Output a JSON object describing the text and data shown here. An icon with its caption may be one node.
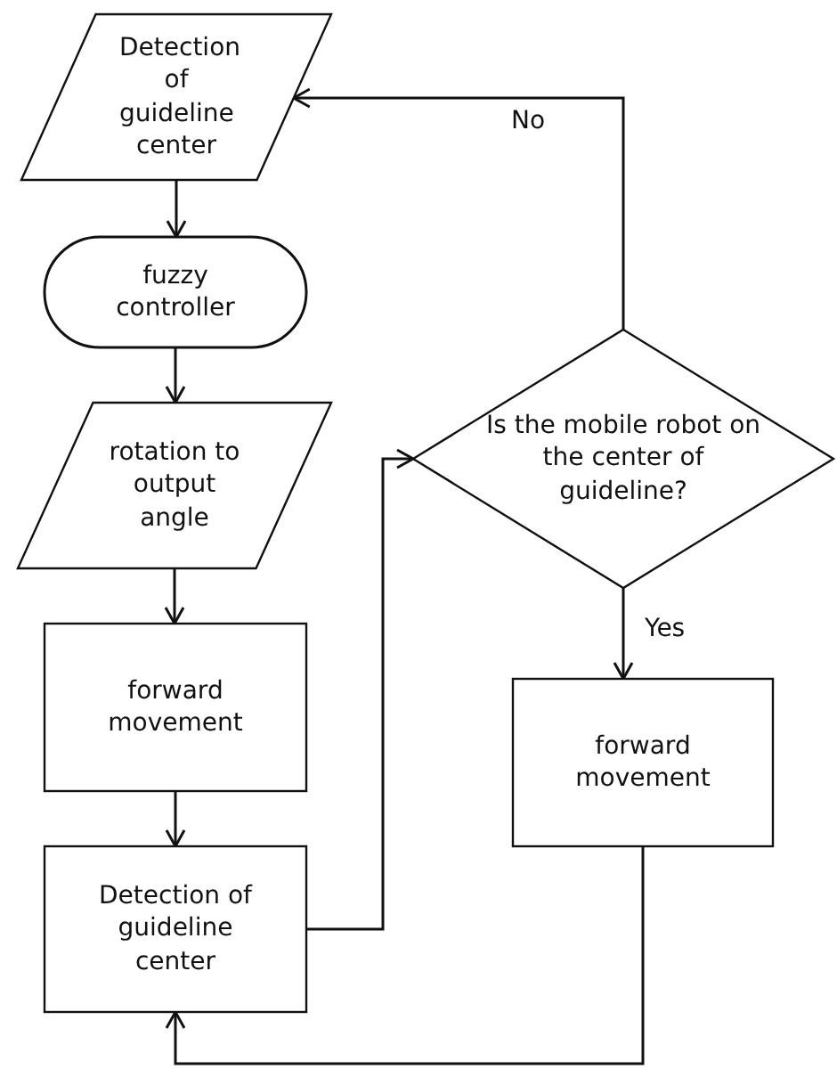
{
  "diagram": {
    "nodes": [
      {
        "text": [
          "Detection of guideline center"
        ]
      },
      {
        "text": [
          "fuzzy controller"
        ]
      },
      {
        "text": [
          "rotation to output angle"
        ]
      },
      {
        "text": [
          "forward movement"
        ]
      },
      {
        "text": [
          "Detection of guideline center"
        ]
      },
      {
        "text": [
          "Is the mobile robot on the center of guideline?"
        ]
      },
      {
        "text": [
          "forward movement"
        ]
      }
    ],
    "edges": [
      {
        "from": 0,
        "to": 1,
        "arrow": "to"
      },
      {
        "from": 1,
        "to": 2,
        "arrow": "to"
      },
      {
        "from": 2,
        "to": 3,
        "arrow": "to"
      },
      {
        "from": 3,
        "to": 4,
        "arrow": "to"
      },
      {
        "from": 4,
        "to": 5,
        "arrow": "to"
      },
      {
        "from": 5,
        "to": 0,
        "label": "No",
        "arrow": "to"
      },
      {
        "from": 5,
        "to": 6,
        "label": "Yes",
        "arrow": "to"
      },
      {
        "from": 6,
        "to": 4,
        "arrow": "to"
      }
    ]
  }
}
